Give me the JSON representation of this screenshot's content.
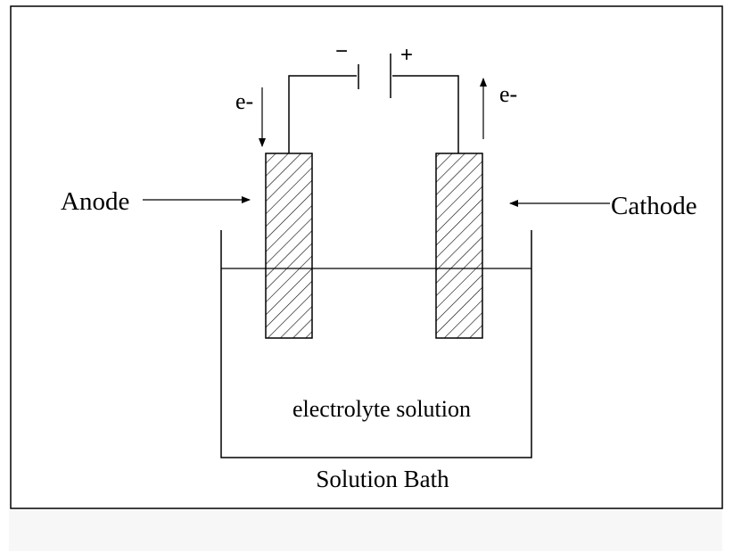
{
  "labels": {
    "anode": "Anode",
    "cathode": "Cathode",
    "electron_left": "e-",
    "electron_right": "e-",
    "minus": "−",
    "plus": "+",
    "solution": "electrolyte solution",
    "bath": "Solution Bath"
  },
  "colors": {
    "line": "#000000",
    "background": "#ffffff",
    "hatch": "#000000"
  }
}
